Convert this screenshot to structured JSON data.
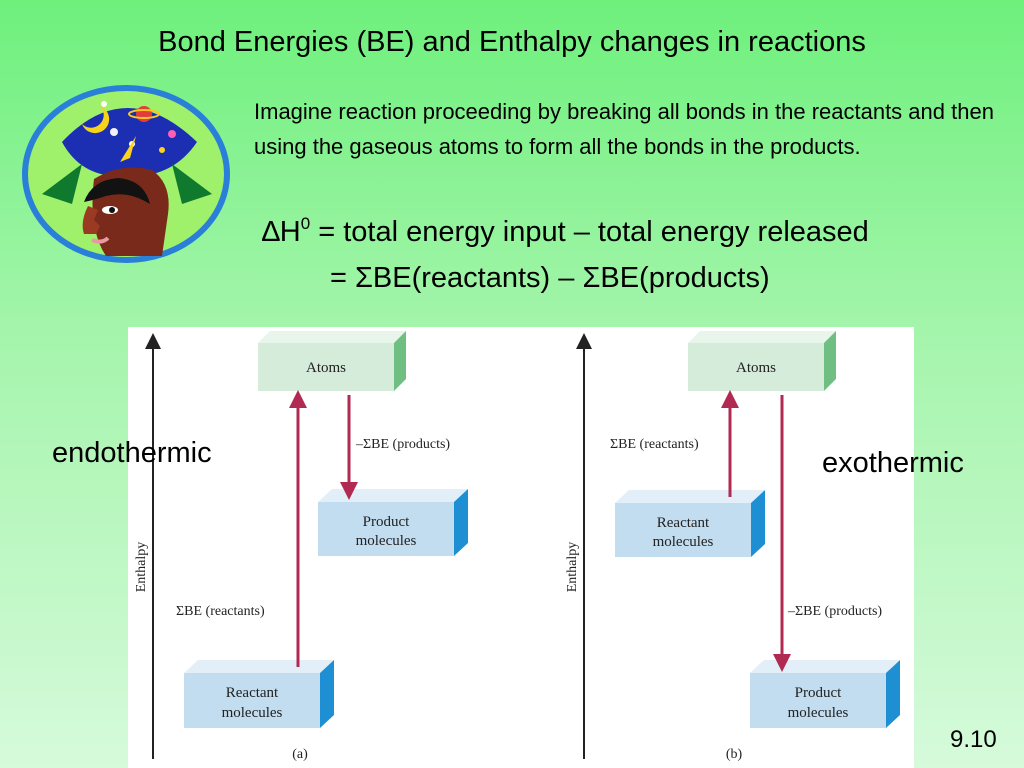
{
  "slide": {
    "title": "Bond Energies (BE) and Enthalpy changes in reactions",
    "intro": "Imagine reaction proceeding by breaking all bonds in the reactants and then using the gaseous atoms to form all the bonds in the products.",
    "equation_line1": {
      "delta": "∆H",
      "superscript": "0",
      "rest": " = total energy input – total energy released"
    },
    "equation_line2": "= ΣBE(reactants) – ΣBE(products)",
    "label_left": "endothermic",
    "label_right": "exothermic",
    "slide_number": "9.10"
  },
  "diagram": {
    "panel_a": {
      "axis_label": "Enthalpy",
      "top_box": "Atoms",
      "mid_box": [
        "Product",
        "molecules"
      ],
      "bottom_box": [
        "Reactant",
        "molecules"
      ],
      "up_arrow_label": "ΣBE (reactants)",
      "down_arrow_label": "–ΣBE (products)",
      "caption": "(a)"
    },
    "panel_b": {
      "axis_label": "Enthalpy",
      "top_box": "Atoms",
      "mid_box": [
        "Reactant",
        "molecules"
      ],
      "bottom_box": [
        "Product",
        "molecules"
      ],
      "up_arrow_label": "ΣBE (reactants)",
      "down_arrow_label": "–ΣBE (products)",
      "caption": "(b)"
    },
    "colors": {
      "atoms_box": "#d4ecd9",
      "atoms_side": "#6fbf83",
      "molecule_box": "#c2ddf0",
      "molecule_side": "#1f8fd3",
      "arrow": "#b02a52"
    }
  }
}
